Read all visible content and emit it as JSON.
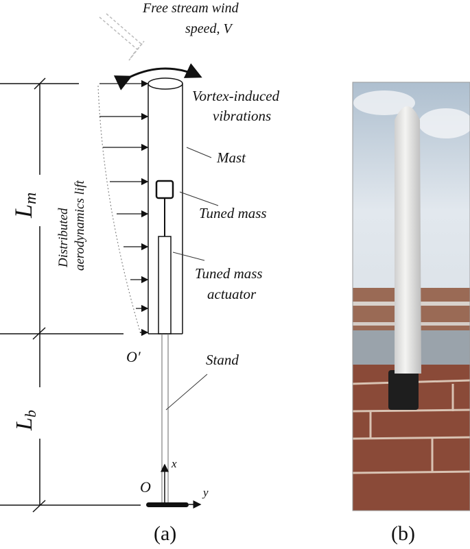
{
  "diagram_a": {
    "wind_label_line1": "Free stream wind",
    "wind_label_line2": "speed, V",
    "vortex_label_line1": "Vortex-induced",
    "vortex_label_line2": "vibrations",
    "mast_label": "Mast",
    "tuned_mass_label": "Tuned mass",
    "actuator_label_line1": "Tuned mass",
    "actuator_label_line2": "actuator",
    "lift_label_line1": "Distributed",
    "lift_label_line2": "aerodynamics lift",
    "stand_label": "Stand",
    "lm_label": "L",
    "lm_sub": "m",
    "lb_label": "L",
    "lb_sub": "b",
    "origin_top_label": "O′",
    "origin_label": "O",
    "x_axis_label": "x",
    "y_axis_label": "y",
    "caption": "(a)"
  },
  "photo_b": {
    "caption": "(b)",
    "colors": {
      "sky": "#c9d6e0",
      "mast": "#e8e8e6",
      "brick": "#8a4a38",
      "base": "#1e1e1e"
    }
  }
}
